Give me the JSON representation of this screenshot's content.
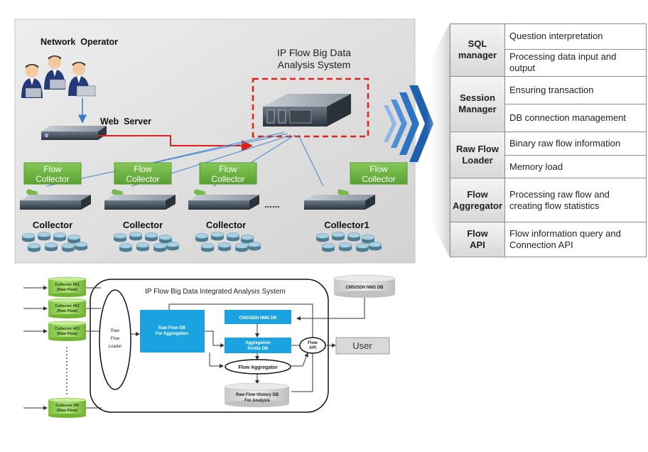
{
  "top_system": {
    "operator_label": "Network  Operator",
    "web_server_label": "Web  Server",
    "system_title": [
      "IP Flow Big Data",
      "Analysis System"
    ],
    "flow_collectors": [
      [
        "Flow",
        "Collector"
      ],
      [
        "Flow",
        "Collector"
      ],
      [
        "Flow",
        "Collector"
      ],
      [
        "Flow",
        "Collector"
      ]
    ],
    "collectors": [
      "Collector",
      "Collector",
      "Collector",
      "Collector1"
    ],
    "ellipsis": "......"
  },
  "components": [
    {
      "name": [
        "SQL",
        "manager"
      ],
      "items": [
        "Question interpretation",
        "Processing data input and output"
      ]
    },
    {
      "name": [
        "Session",
        "Manager"
      ],
      "items": [
        "Ensuring transaction",
        "DB connection management"
      ]
    },
    {
      "name": [
        "Raw Flow",
        "Loader"
      ],
      "items": [
        "Binary raw flow information",
        "Memory load"
      ]
    },
    {
      "name": [
        "Flow",
        "Aggregator"
      ],
      "items": [
        "Processing raw flow and creating flow statistics"
      ]
    },
    {
      "name": [
        "Flow",
        "API"
      ],
      "items": [
        "Flow information query and Connection API"
      ]
    }
  ],
  "bottom_system": {
    "title": "IP Flow Big Data Integrated Analysis System",
    "collectors": [
      [
        "Collector #01",
        "(Raw Flow)"
      ],
      [
        "Collector #02",
        "(Raw Flow)"
      ],
      [
        "Collector #03",
        "(Raw Flow)"
      ],
      [
        "Collector #N",
        "(Raw Flow)"
      ]
    ],
    "loader": [
      "Raw",
      "Flow",
      "Loader"
    ],
    "raw_flow_db": [
      "Raw Flow DB",
      "For Aggregation"
    ],
    "cms_db_inner": "CMS/SDN NMS DB",
    "aggregation_db": [
      "Aggregation",
      "Profile DB"
    ],
    "flow_aggregator": "Flow Aggregator",
    "flow_api": [
      "Flow",
      "API"
    ],
    "history_db": [
      "Raw Flow History DB",
      "For Analysis"
    ],
    "cms_db_external": "CMS/SDN NMS DB",
    "user_label": "User"
  },
  "colors": {
    "flow_collector_green": "#6db33f",
    "alarm_red": "#e0201b",
    "chevron_blue": "#1f6fc2",
    "db_blue": "#1aa3e0",
    "collector_green": "#8fd14f"
  }
}
